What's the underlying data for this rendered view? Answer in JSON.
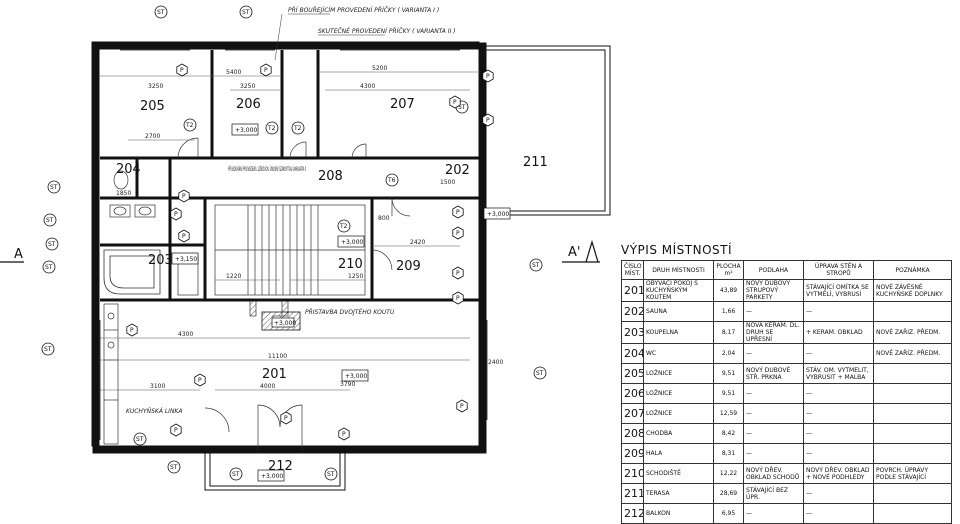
{
  "rooms": {
    "r201": "201",
    "r202": "202",
    "r203": "203",
    "r204": "204",
    "r205": "205",
    "r206": "206",
    "r207": "207",
    "r208": "208",
    "r209": "209",
    "r210": "210",
    "r211": "211",
    "r212": "212"
  },
  "section_marks": {
    "left": "A",
    "right": "A'"
  },
  "level_marks": [
    "+3,000",
    "+3,000",
    "+3,000",
    "+3,150",
    "+3,000",
    "+3,000",
    "+3,000"
  ],
  "tag_labels": {
    "st": "ST",
    "pt": "P",
    "t2": "T2",
    "t6": "T6"
  },
  "dimensions": [
    "5400",
    "5200",
    "3250",
    "3250",
    "4300",
    "2700",
    "1850",
    "4300",
    "3100",
    "4000",
    "11100",
    "1500",
    "3790",
    "2400",
    "2420",
    "1220",
    "1250",
    "800"
  ],
  "plan_notes": {
    "n1": "PŘÍ BOUŘEJÍCÍM PROVEDENÍ PŘÍČKY ( VARIANTA I )",
    "n2": "SKUTEČNÉ PROVEDENÍ PŘÍČKY ( VARIANTA II )",
    "n3": "PŘI BOURÁNÍ PROVEDENÍ LUŽKOVOU ÚNOSNÍ (ZÁKRYTKA) VARIANTA II",
    "n4": "KUCHYŇSKÁ LINKA",
    "n5": "PŘISTAVBA DVOJTÉHO KOUTU"
  },
  "schedule": {
    "title": "VÝPIS MÍSTNOSTÍ",
    "headers": [
      "ČÍSLO MÍST.",
      "DRUH MÍSTNOSTI",
      "PLOCHA m²",
      "PODLAHA",
      "ÚPRAVA STĚN A STROPŮ",
      "POZNÁMKA"
    ],
    "rows": [
      {
        "num": "201",
        "name": "OBÝVACÍ POKOJ S KUCHYŇSKÝM KOUTEM",
        "area": "43,89",
        "floor": "NOVÝ DUBOVÝ STRUPOVÝ PARKETY",
        "walls": "STÁVAJÍCÍ OMÍTKA SE VYTMELÍ, VYBRUSÍ",
        "note": "NOVÉ ZÁVĚSNÉ KUCHYŇSKÉ DOPLNKY"
      },
      {
        "num": "202",
        "name": "SAUNA",
        "area": "1,66",
        "floor": "—",
        "walls": "—",
        "note": ""
      },
      {
        "num": "203",
        "name": "KOUPELNA",
        "area": "8,17",
        "floor": "NOVÁ KERAM. DL. DRUH SE UPŘESNÍ",
        "walls": "+ KERAM. OBKLAD",
        "note": "NOVÉ ZAŘIZ. PŘEDM."
      },
      {
        "num": "204",
        "name": "WC",
        "area": "2,04",
        "floor": "—",
        "walls": "—",
        "note": "NOVÉ ZAŘÍZ. PŘEDM."
      },
      {
        "num": "205",
        "name": "LOŽNICE",
        "area": "9,51",
        "floor": "NOVÝ DUBOVÉ STŘ. PRKNA",
        "walls": "STÁV. OM. VYTMELIT, VYBRUSIT + MALBA",
        "note": ""
      },
      {
        "num": "206",
        "name": "LOŽNICE",
        "area": "9,51",
        "floor": "—",
        "walls": "—",
        "note": ""
      },
      {
        "num": "207",
        "name": "LOŽNICE",
        "area": "12,59",
        "floor": "—",
        "walls": "—",
        "note": ""
      },
      {
        "num": "208",
        "name": "CHODBA",
        "area": "8,42",
        "floor": "—",
        "walls": "—",
        "note": ""
      },
      {
        "num": "209",
        "name": "HALA",
        "area": "8,31",
        "floor": "—",
        "walls": "—",
        "note": ""
      },
      {
        "num": "210",
        "name": "SCHODIŠTĚ",
        "area": "12,22",
        "floor": "NOVÝ DŘEV. OBKLAD SCHODŮ",
        "walls": "NOVÝ DŘEV. OBKLAD + NOVÉ PODHLEDY",
        "note": "POVRCH. ÚPRAVY PODLE STÁVAJÍCÍ"
      },
      {
        "num": "211",
        "name": "TERASA",
        "area": "28,69",
        "floor": "STÁVAJÍCÍ BEZ ÚPR.",
        "walls": "—",
        "note": ""
      },
      {
        "num": "212",
        "name": "BALKON",
        "area": "6,95",
        "floor": "—",
        "walls": "—",
        "note": ""
      }
    ]
  }
}
